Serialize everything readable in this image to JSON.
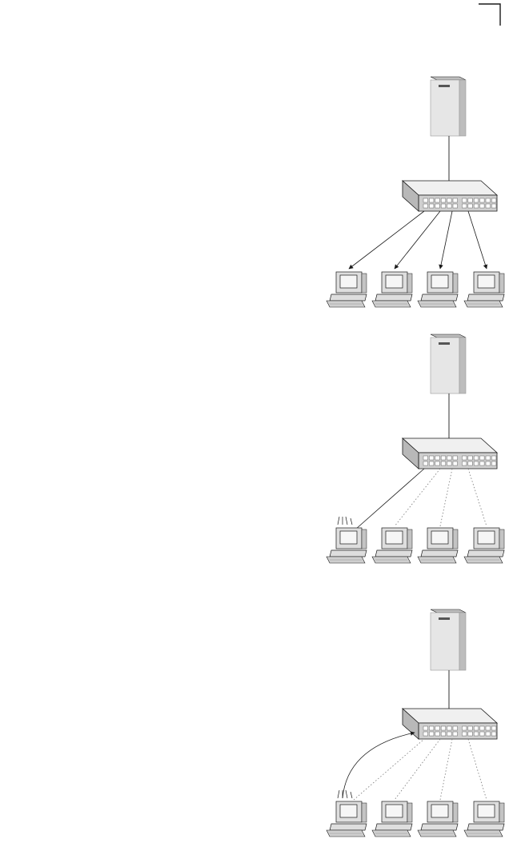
{
  "colors": {
    "line": "#1a1a1a",
    "dotted": "#777777",
    "server_front": "#e6e6e6",
    "server_side": "#bdbdbd",
    "switch_top": "#f0f0f0",
    "switch_side": "#cfcfcf",
    "port": "#ffffff",
    "pc_body": "#dedede",
    "pc_screen": "#f6f6f6"
  },
  "diagrams": [
    {
      "id": "diagram-1",
      "server": "server-icon",
      "switch": "switch-icon",
      "uplink": "solid-arrow-down",
      "workstations": [
        {
          "icon": "computer-icon",
          "link": "solid-arrow-to-pc",
          "activity": false
        },
        {
          "icon": "computer-icon",
          "link": "solid-arrow-to-pc",
          "activity": false
        },
        {
          "icon": "computer-icon",
          "link": "solid-arrow-to-pc",
          "activity": false
        },
        {
          "icon": "computer-icon",
          "link": "solid-arrow-to-pc",
          "activity": false
        }
      ]
    },
    {
      "id": "diagram-2",
      "server": "server-icon",
      "switch": "switch-icon",
      "uplink": "solid-arrow-down",
      "workstations": [
        {
          "icon": "computer-icon",
          "link": "solid-line",
          "activity": true
        },
        {
          "icon": "computer-icon",
          "link": "dotted-line",
          "activity": false
        },
        {
          "icon": "computer-icon",
          "link": "dotted-line",
          "activity": false
        },
        {
          "icon": "computer-icon",
          "link": "dotted-line",
          "activity": false
        }
      ]
    },
    {
      "id": "diagram-3",
      "server": "server-icon",
      "switch": "switch-icon",
      "uplink": "solid-arrow-down",
      "workstations": [
        {
          "icon": "computer-icon",
          "link": "curved-arrow-to-switch",
          "activity": true
        },
        {
          "icon": "computer-icon",
          "link": "dotted-line",
          "activity": false
        },
        {
          "icon": "computer-icon",
          "link": "dotted-line",
          "activity": false
        },
        {
          "icon": "computer-icon",
          "link": "dotted-line",
          "activity": false
        }
      ]
    }
  ]
}
